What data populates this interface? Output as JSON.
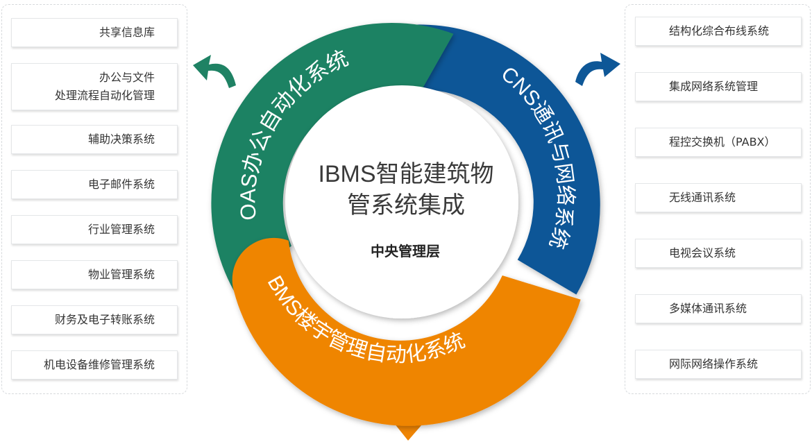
{
  "left_items": [
    "共享信息库",
    "办公与文件\n处理流程自动化管理",
    "辅助决策系统",
    "电子邮件系统",
    "行业管理系统",
    "物业管理系统",
    "财务及电子转账系统",
    "机电设备维修管理系统"
  ],
  "right_items": [
    "结构化综合布线系统",
    "集成网络系统管理",
    "程控交换机（PABX）",
    "无线通讯系统",
    "电视会议系统",
    "多媒体通讯系统",
    "网际网络操作系统"
  ],
  "center": {
    "title_line1": "IBMS智能建筑物",
    "title_line2": "管系统集成",
    "subtitle": "中央管理层"
  },
  "segments": {
    "oas": {
      "label": "OAS办公自动化系统",
      "color": "#1f8264"
    },
    "cns": {
      "label": "CNS通讯与网络系统",
      "color": "#0e5797"
    },
    "bms": {
      "label": "BMS楼宇管理自动化系统",
      "color": "#ef8505"
    }
  }
}
